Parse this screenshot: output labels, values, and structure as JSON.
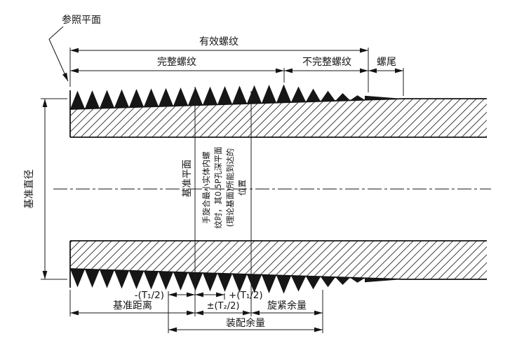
{
  "figure": {
    "description": "taper-pipe-thread-gauging-diagram"
  },
  "labels": {
    "reference_plane": "参照平面",
    "effective_thread": "有效螺纹",
    "complete_thread": "完整螺纹",
    "incomplete_thread": "不完整螺纹",
    "thread_runout": "螺尾",
    "gauge_diameter": "基准直径",
    "gauge_plane": "基准平面",
    "note_col1": "手旋合最小实体内螺",
    "note_col2": "纹时，其0.5P孔深平面",
    "note_col3": "(理论基面)所能到达的",
    "note_col4": "位置",
    "minus_t1_half": "-(T₁/2)",
    "plus_t1_half": "+(T₁/2)",
    "gauge_length": "基准距离",
    "pm_t2_half": "±(T₂/2)",
    "wrenching_allowance": "旋紧余量",
    "assembly_allowance": "装配余量"
  },
  "colors": {
    "ink": "#161616",
    "background": "#ffffff"
  }
}
